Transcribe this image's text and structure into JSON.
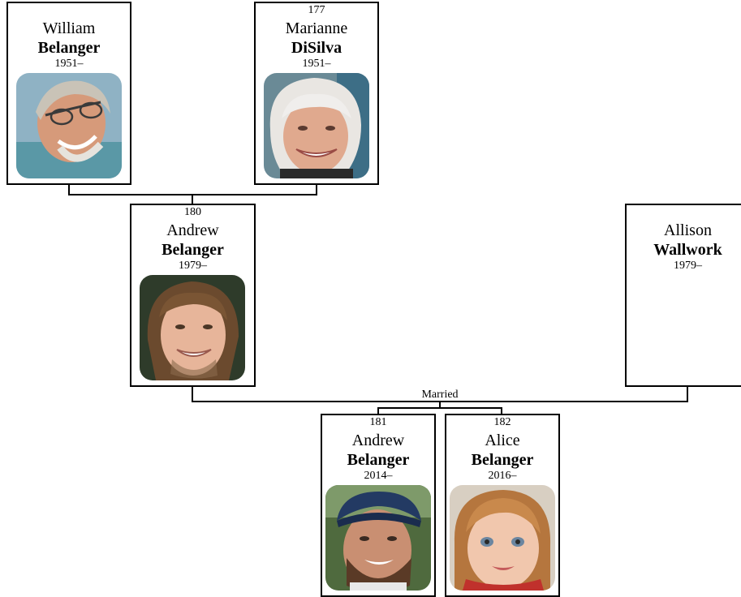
{
  "people": {
    "william": {
      "number": "",
      "first": "William",
      "last": "Belanger",
      "years": "1951–"
    },
    "marianne": {
      "number": "177",
      "first": "Marianne",
      "last": "DiSilva",
      "years": "1951–"
    },
    "andrew_father": {
      "number": "180",
      "first": "Andrew",
      "last": "Belanger",
      "years": "1979–"
    },
    "allison": {
      "number": "",
      "first": "Allison",
      "last": "Wallwork",
      "years": "1979–"
    },
    "andrew_son": {
      "number": "181",
      "first": "Andrew",
      "last": "Belanger",
      "years": "2014–"
    },
    "alice": {
      "number": "182",
      "first": "Alice",
      "last": "Belanger",
      "years": "2016–"
    }
  },
  "relationship_label": "Married"
}
